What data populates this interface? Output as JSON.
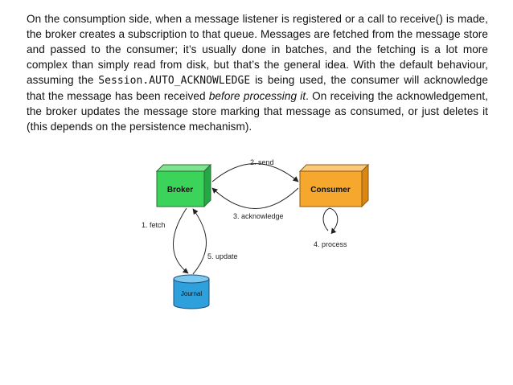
{
  "paragraph": {
    "t1": "On the consumption side, when a message listener is registered or a call to receive() is made, the broker creates a subscription to that queue. Messages are fetched from the message store and passed to the consumer; it’s usually done in batches, and the fetching is a lot more complex than simply read from disk, but that’s the general idea. With the default behaviour, assuming the ",
    "code": "Session.AUTO_ACKNOWLEDGE",
    "t2": " is being used, the consumer will acknowledge that the message has been received ",
    "em": "before processing it",
    "t3": ". On receiving the acknowledgement, the broker updates the message store marking that message as consumed, or just deletes it (this depends on the persistence mechanism)."
  },
  "diagram": {
    "broker_label": "Broker",
    "consumer_label": "Consumer",
    "journal_label": "Journal",
    "send_label": "2. send",
    "acknowledge_label": "3. acknowledge",
    "fetch_label": "1. fetch",
    "update_label": "5. update",
    "process_label": "4. process",
    "colors": {
      "broker": "#3bd35a",
      "consumer": "#f5a72e",
      "journal": "#2ea0dc"
    }
  }
}
